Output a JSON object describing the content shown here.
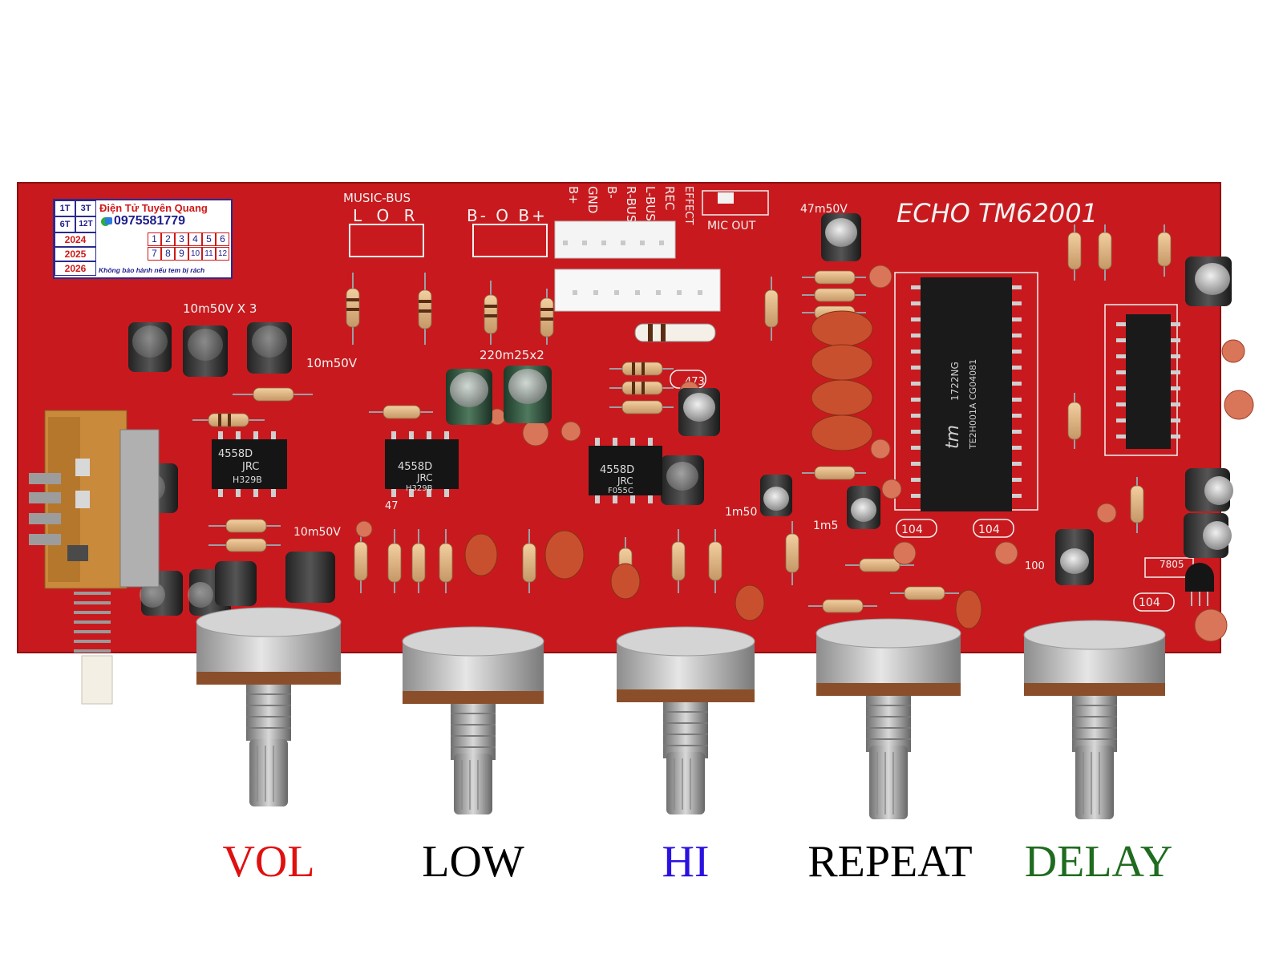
{
  "board": {
    "model": "ECHO TM62001",
    "silkscreen": {
      "music_bus": "MUSIC-BUS",
      "music_bus_pins": "L O R",
      "power_pins": "B- O B+",
      "bus_pins": [
        "B+",
        "GND",
        "B-",
        "R-BUS",
        "L-BUS",
        "REC"
      ],
      "effect": "EFFECT",
      "mic_out": "MIC OUT",
      "cap_47m50v": "47m50V",
      "cap_10m50v_x3": "10m50V X 3",
      "cap_10m50v": "10m50V",
      "cap_220m25x2": "220m25x2",
      "cap_10m50v_b": "10m50V",
      "cap_1m50": "1m50",
      "cap_1m5": "1m5",
      "cap_473": "473",
      "cap_104": "104",
      "cap_104_b": "104",
      "cap_104_c": "104",
      "res_47": "47",
      "reg_7805": "7805",
      "cap_100": "100"
    },
    "chips": [
      {
        "line1": "4558D",
        "line2": "JRC",
        "line3": "H329B"
      },
      {
        "line1": "4558D",
        "line2": "JRC",
        "line3": "H329B"
      },
      {
        "line1": "4558D",
        "line2": "JRC",
        "line3": "F055C"
      }
    ],
    "main_chip": {
      "line1": "tm",
      "line2": "1722NG",
      "line3": "TE2H001A CG04081"
    }
  },
  "sticker": {
    "periods": [
      "1T",
      "3T",
      "6T",
      "12T"
    ],
    "years": [
      "2024",
      "2025",
      "2026"
    ],
    "shop_name": "Điện Tử Tuyên Quang",
    "phone": "0975581779",
    "months": [
      "1",
      "2",
      "3",
      "4",
      "5",
      "6",
      "7",
      "8",
      "9",
      "10",
      "11",
      "12"
    ],
    "notice": "Không bảo hành nếu tem bị rách"
  },
  "knobs": [
    {
      "label": "VOL",
      "color": "#e01010"
    },
    {
      "label": "LOW",
      "color": "#000000"
    },
    {
      "label": "HI",
      "color": "#2a12e0"
    },
    {
      "label": "REPEAT",
      "color": "#000000"
    },
    {
      "label": "DELAY",
      "color": "#1f6b1f"
    }
  ],
  "colors": {
    "pcb": "#c81a1e",
    "pcb_dark": "#a81217",
    "silkscreen": "#f2f2f2"
  }
}
